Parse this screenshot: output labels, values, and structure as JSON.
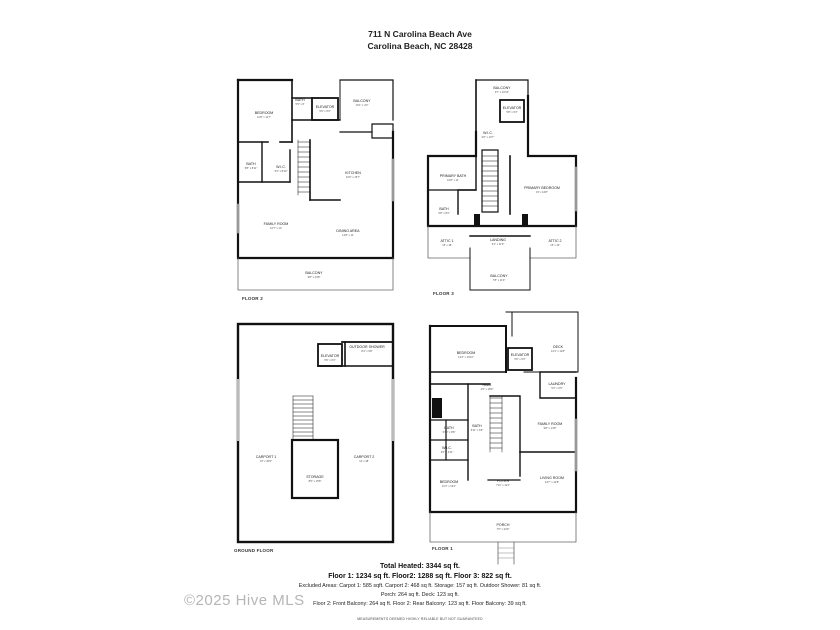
{
  "header": {
    "address_line1": "711 N Carolina Beach Ave",
    "address_line2": "Carolina Beach, NC 28428"
  },
  "floors": {
    "floor2": {
      "label": "FLOOR 2",
      "rooms": {
        "bedroom": {
          "name": "BEDROOM",
          "dim": "12'8\" x 11'7\""
        },
        "bath_top": {
          "name": "BATH",
          "dim": "5'5\" x 8'"
        },
        "elevator": {
          "name": "ELEVATOR",
          "dim": "5'9\" x 6'3\""
        },
        "balcony_top": {
          "name": "BALCONY",
          "dim": "10'1\" x 4'3\""
        },
        "bath_side": {
          "name": "BATH",
          "dim": "5'8\" x 8'11\""
        },
        "wic": {
          "name": "W.I.C.",
          "dim": "5'2\" x 8'10\""
        },
        "kitchen": {
          "name": "KITCHEN",
          "dim": "10'6\" x 15'7\""
        },
        "family_room": {
          "name": "FAMILY ROOM",
          "dim": "12'7\" x 14'"
        },
        "dining_area": {
          "name": "DINING AREA",
          "dim": "14'8\" x 11'"
        },
        "balcony_bottom": {
          "name": "BALCONY",
          "dim": "9'8\" x 24'8\""
        }
      }
    },
    "floor3": {
      "label": "FLOOR 3",
      "rooms": {
        "balcony_top": {
          "name": "BALCONY",
          "dim": "9'7\" x 10'10\""
        },
        "elevator": {
          "name": "ELEVATOR",
          "dim": "5'8\" x 6'3\""
        },
        "wic": {
          "name": "W.I.C.",
          "dim": "6'6\" x 10'7\""
        },
        "primary_bath": {
          "name": "PRIMARY BATH",
          "dim": "10'8\" x 11'"
        },
        "primary_bedroom": {
          "name": "PRIMARY BEDROOM",
          "dim": "15' x 16'8\""
        },
        "bath": {
          "name": "BATH",
          "dim": "6'8\" x 8'3\""
        },
        "attic1": {
          "name": "ATTIC 1",
          "dim": "15' x 18'"
        },
        "landing": {
          "name": "LANDING",
          "dim": "6'1\" x 11'9\""
        },
        "attic2": {
          "name": "ATTIC 2",
          "dim": "15' x 16'"
        },
        "balcony_bottom": {
          "name": "BALCONY",
          "dim": "7'8\" x 11'9\""
        }
      }
    },
    "ground": {
      "label": "GROUND FLOOR",
      "rooms": {
        "elevator": {
          "name": "ELEVATOR",
          "dim": "5'9\" x 6'3\""
        },
        "outdoor_shower": {
          "name": "OUTDOOR SHOWER",
          "dim": "8'4\" x 9'8\""
        },
        "carport1": {
          "name": "CARPORT 1",
          "dim": "15' x 46'9\""
        },
        "carport2": {
          "name": "CARPORT 2",
          "dim": "14' x 38'"
        },
        "storage": {
          "name": "STORAGE",
          "dim": "8'5\" x 15'8\""
        }
      }
    },
    "floor1": {
      "label": "FLOOR 1",
      "rooms": {
        "bedroom_top": {
          "name": "BEDROOM",
          "dim": "13'4\" x 16'10\""
        },
        "elevator": {
          "name": "ELEVATOR",
          "dim": "5'6\" x 6'3\""
        },
        "deck": {
          "name": "DECK",
          "dim": "14'1\" x 11'8\""
        },
        "hall": {
          "name": "HALL",
          "dim": "4'2\" x 18'9\""
        },
        "laundry": {
          "name": "LAUNDRY",
          "dim": "5'3\" x 6'5\""
        },
        "bath1": {
          "name": "BATH",
          "dim": "6'10\" x 8'8\""
        },
        "bath2": {
          "name": "BATH",
          "dim": "5'11\" x 6'6\""
        },
        "family_room": {
          "name": "FAMILY ROOM",
          "dim": "9'8\" x 14'8\""
        },
        "wic": {
          "name": "W.I.C.",
          "dim": "4'6\" x 4'11\""
        },
        "bedroom_bottom": {
          "name": "BEDROOM",
          "dim": "11'3\" x 13'4\""
        },
        "foyer": {
          "name": "FOYER",
          "dim": "7'11\" x 11'4\""
        },
        "living_room": {
          "name": "LIVING ROOM",
          "dim": "13'7\" x 12'8\""
        },
        "porch": {
          "name": "PORCH",
          "dim": "7'6\" x 34'9\""
        }
      }
    }
  },
  "summary": {
    "total_heated": "Total Heated: 3344 sq ft.",
    "floors_line": "Floor 1: 1234 sq ft. Floor2: 1288 sq ft. Floor 3: 822 sq ft.",
    "excluded_line": "Excluded Areas: Carpot 1: 585 sqft. Carport 2: 468 sq ft. Storage: 157 sq ft. Outdoor Shower: 81 sq ft.",
    "porch_line": "Porch: 264 sq ft. Deck: 123 sq ft.",
    "balcony_line": "Floor 2: Front Balcony: 264 sq ft. Floor 2: Rear Balcony: 123 sq ft.  Floor  Balcony: 39 sq ft.",
    "disclaimer": "MEASUREMENTS DEEMED HIGHLY RELIABLE BUT NOT GUARANTEED"
  },
  "watermark": "©2025 Hive MLS"
}
